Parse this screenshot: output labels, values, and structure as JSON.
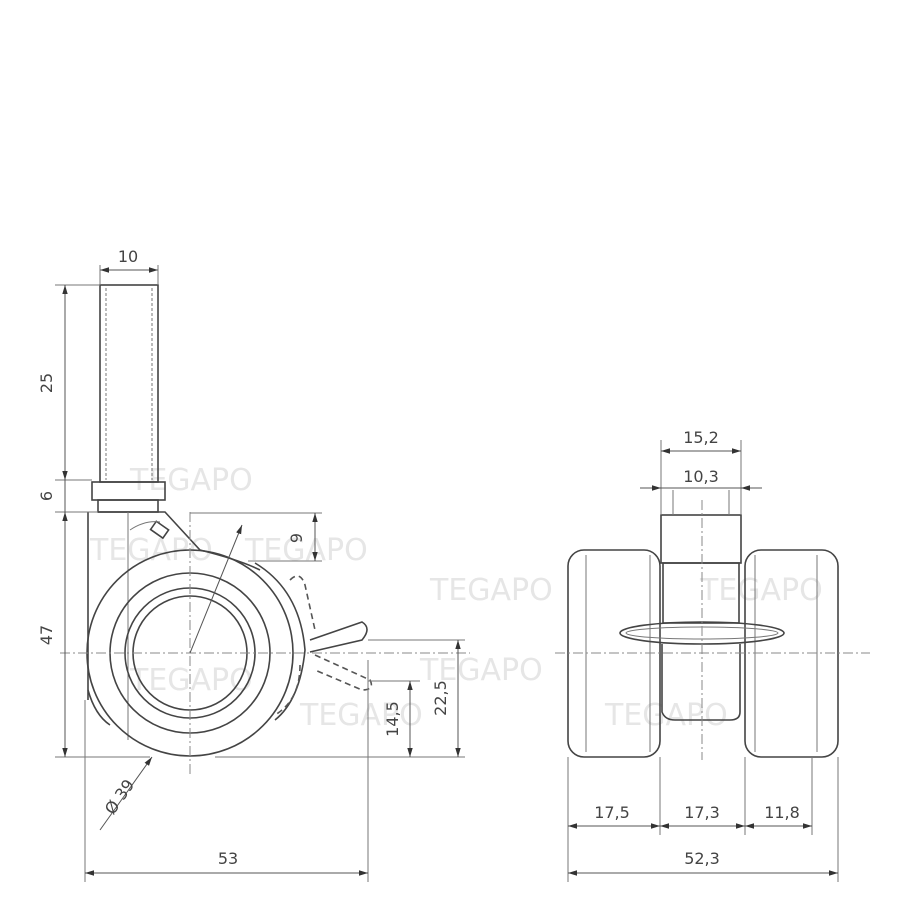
{
  "watermark": "TEGAPO",
  "side_view": {
    "dims": {
      "stem_width": "10",
      "stem_length": "25",
      "collar_height": "6",
      "total_height": "47",
      "fork_offset": "9",
      "brake_upper": "22,5",
      "brake_lower": "14,5",
      "wheel_diameter": "Ø 39",
      "total_length": "53"
    }
  },
  "front_view": {
    "dims": {
      "hub_outer": "15,2",
      "hub_inner": "10,3",
      "left_wheel": "17,5",
      "hub_width": "17,3",
      "right_wheel": "11,8",
      "total_width": "52,3"
    }
  }
}
